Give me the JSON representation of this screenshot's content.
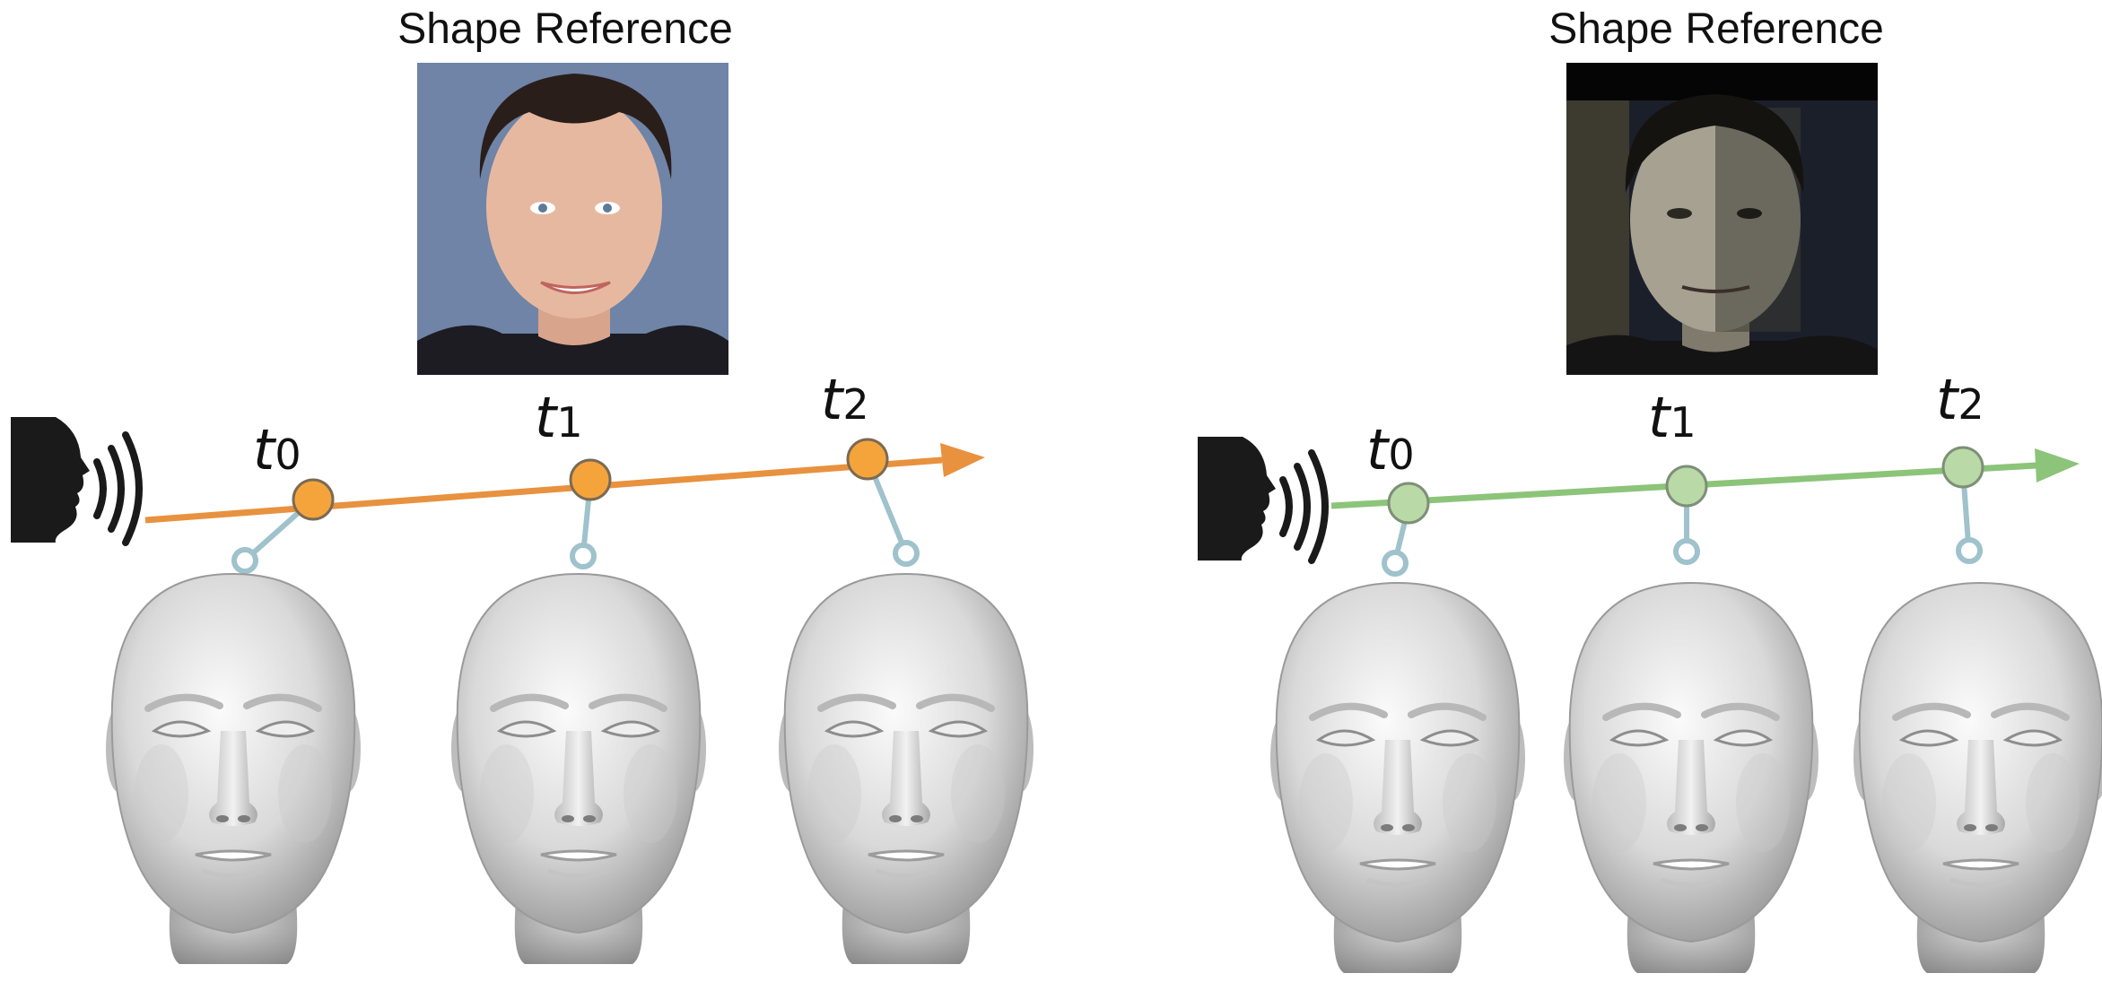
{
  "panels": [
    {
      "title": "Shape Reference",
      "timeline_color": "#e8913f",
      "node_color": "#f5a43c",
      "node_stroke": "#7a6a55",
      "photo": {
        "background": "#6f84a6",
        "skin": "#e7b8a0",
        "hair": "#2a1e1a",
        "shirt": "#1c1c22"
      },
      "labels": [
        {
          "main": "t",
          "sub": "0"
        },
        {
          "main": "t",
          "sub": "1"
        },
        {
          "main": "t",
          "sub": "2"
        }
      ]
    },
    {
      "title": "Shape Reference",
      "timeline_color": "#8cc47a",
      "node_color": "#b9d9a6",
      "node_stroke": "#7e8f78",
      "photo": {
        "background": "#1b1f2a",
        "skin": "#a6a191",
        "hair": "#15130f",
        "shirt": "#141414"
      },
      "labels": [
        {
          "main": "t",
          "sub": "0"
        },
        {
          "main": "t",
          "sub": "1"
        },
        {
          "main": "t",
          "sub": "2"
        }
      ]
    }
  ],
  "connector_color": "#9fc2cc",
  "icons": {
    "speaker": "speaking-head-icon",
    "sound": "sound-waves-icon",
    "face": "3d-face-mesh-icon"
  }
}
